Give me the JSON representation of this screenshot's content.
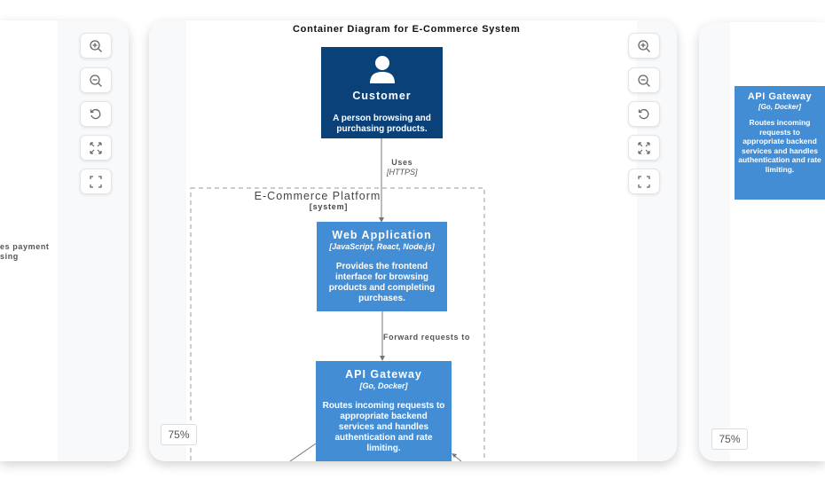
{
  "left_panel": {
    "partial_text": [
      "es payment",
      "sing"
    ]
  },
  "main_panel": {
    "title": "Container Diagram for E-Commerce System",
    "zoom_level": "75%",
    "controls": [
      "zoom-in",
      "zoom-out",
      "reset",
      "fit",
      "fullscreen"
    ],
    "customer": {
      "name": "Customer",
      "description": "A person browsing and purchasing products."
    },
    "boundary": {
      "name": "E-Commerce Platform",
      "type": "[system]"
    },
    "web_app": {
      "name": "Web Application",
      "tech": "[JavaScript, React, Node.js]",
      "description": "Provides the frontend interface for browsing products and completing purchases."
    },
    "api_gateway": {
      "name": "API Gateway",
      "tech": "[Go, Docker]",
      "description": "Routes incoming requests to appropriate backend services and handles authentication and rate limiting."
    },
    "edges": [
      {
        "label": "Uses",
        "tech": "[HTTPS]"
      },
      {
        "label": "Forward requests to"
      }
    ]
  },
  "right_panel": {
    "zoom_level": "75%",
    "api_gateway": {
      "name": "API Gateway",
      "tech": "[Go, Docker]",
      "description": "Routes incoming requests to appropriate backend services and handles authentication and rate limiting."
    }
  },
  "colors": {
    "person": "#0b4179",
    "container": "#438dd5",
    "boundary": "#999999"
  }
}
